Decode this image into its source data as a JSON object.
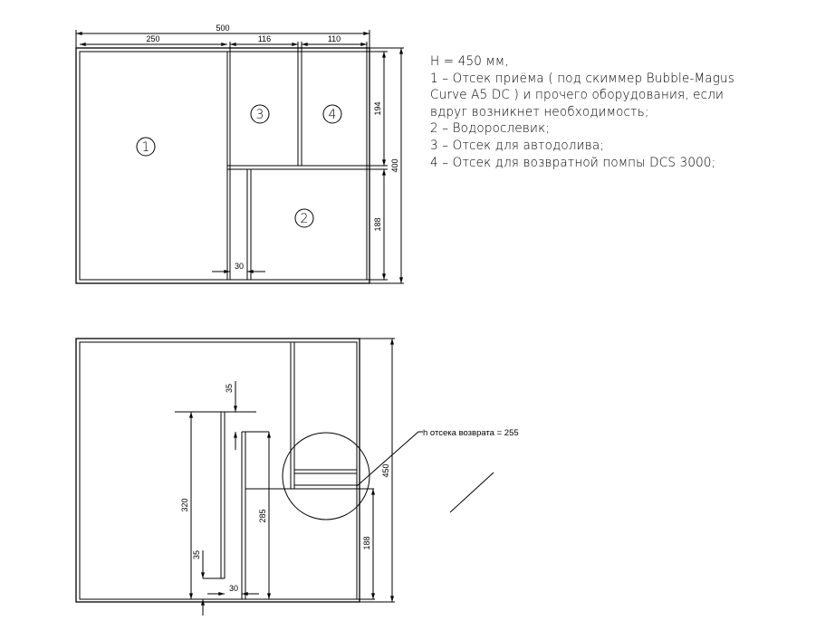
{
  "top_view": {
    "dims": {
      "total_width": "500",
      "w1": "250",
      "w2": "116",
      "w3": "110",
      "h_upper": "194",
      "h_total": "400",
      "h_lower": "188",
      "gap": "30"
    },
    "compartments": [
      "1",
      "2",
      "3",
      "4"
    ]
  },
  "side_view": {
    "dims": {
      "h_total": "450",
      "h_320": "320",
      "h_285": "285",
      "top_35": "35",
      "bottom_35": "35",
      "gap_30": "30",
      "h_188": "188"
    },
    "leader_note": "h отсека возврата = 255"
  },
  "notes": [
    "H = 450 мм,",
    "1 – Отсек приёма ( под скиммер Bubble-Magus",
    "Curve A5 DC ) и прочего оборудования, если",
    "вдруг возникнет необходимость;",
    "2 – Водорослевик;",
    "3 – Отсек для автодолива;",
    "4 – Отсек для возвратной помпы DCS 3000;"
  ]
}
